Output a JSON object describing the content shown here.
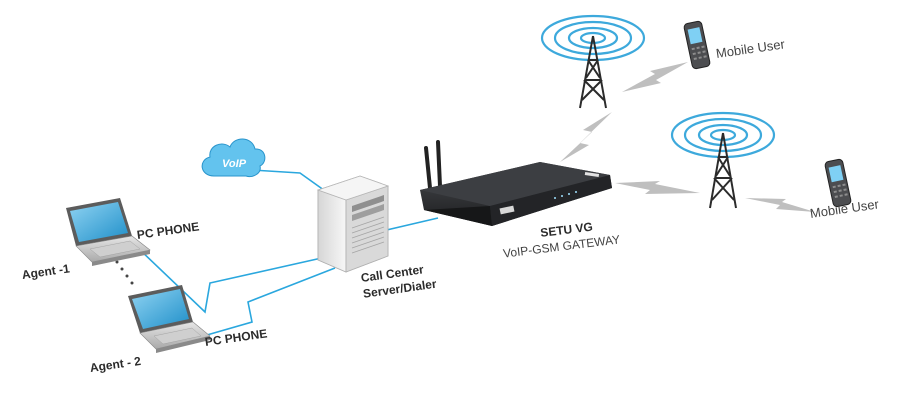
{
  "diagram": {
    "colors": {
      "link": "#2aa7de",
      "wireless": "#bfbfbf",
      "signal": "#3da9dc",
      "cloud": "#63c3ee",
      "laptop_screen": "#3aa8dc",
      "device_body": "#2a2c2f"
    },
    "nodes": {
      "agent1": {
        "label": "Agent -1",
        "icon": "laptop-icon"
      },
      "agent2": {
        "label": "Agent - 2",
        "icon": "laptop-icon"
      },
      "pcphone1": {
        "label": "PC PHONE"
      },
      "pcphone2": {
        "label": "PC PHONE"
      },
      "voip": {
        "label": "VoIP",
        "icon": "cloud-icon"
      },
      "server": {
        "label_line1": "Call Center",
        "label_line2": "Server/Dialer",
        "icon": "server-tower-icon"
      },
      "gateway": {
        "label_line1": "SETU VG",
        "label_line2": "VoIP-GSM GATEWAY",
        "icon": "router-icon"
      },
      "mobile1": {
        "label": "Mobile User",
        "icon": "mobile-phone-icon"
      },
      "mobile2": {
        "label": "Mobile User",
        "icon": "mobile-phone-icon"
      },
      "tower1": {
        "icon": "cell-tower-icon"
      },
      "tower2": {
        "icon": "cell-tower-icon"
      }
    }
  }
}
